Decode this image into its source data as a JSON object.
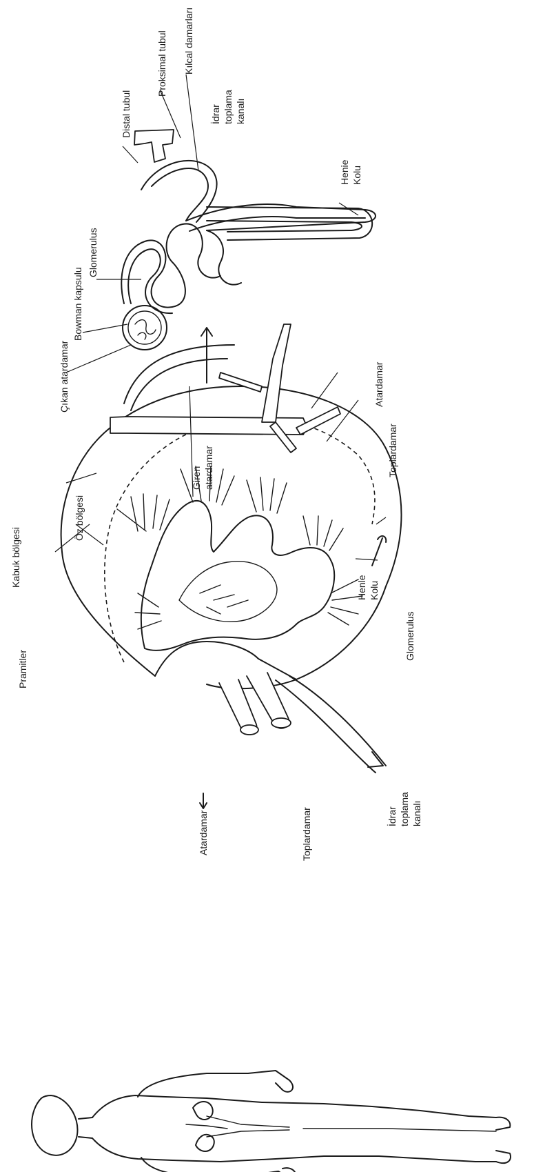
{
  "kidney_labels": {
    "pramitler": "Pramitler",
    "kabuk_bolgesi": "Kabuk bölgesi",
    "oz_bolgesi": "Öz bölgesi",
    "henle_kolu_1": "Henle",
    "henle_kolu_2": "Kolu",
    "glomerulus": "Glomerulus",
    "idrar_1": "İdrar",
    "idrar_2": "toplama",
    "idrar_3": "kanalı",
    "toplardamar": "Toplardamar",
    "atardamar": "Atardamar",
    "giren_1": "Giren",
    "giren_2": "atardamar"
  },
  "nephron_labels": {
    "cikan_atardamar": "Çıkan atardamar",
    "bowman_kapsulu": "Bowman kapsulu",
    "glomerulus": "Glomerulus",
    "distal_tubul": "Distal tubul",
    "proksimal_tubul": "Proksimal tubul",
    "kilcal_damarlar": "Kılcal damarları",
    "idrar_1": "İdrar",
    "idrar_2": "toplama",
    "idrar_3": "kanalı",
    "henle_kolu_1": "Henie",
    "henle_kolu_2": "Kolu",
    "atardamar": "Atardamar",
    "toplardamar": "Toplardamar"
  }
}
